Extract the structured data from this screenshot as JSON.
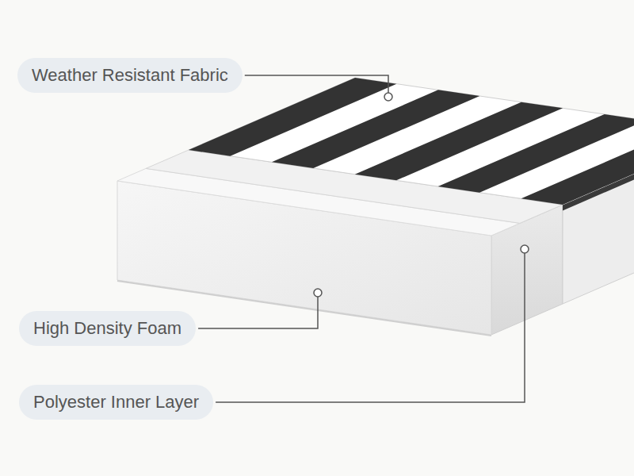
{
  "diagram": {
    "nodes": [
      {
        "text": [
          "Weather Resistant Fabric"
        ]
      },
      {
        "text": [
          "High Density Foam"
        ]
      },
      {
        "text": [
          "Polyester Inner Layer"
        ]
      }
    ]
  }
}
